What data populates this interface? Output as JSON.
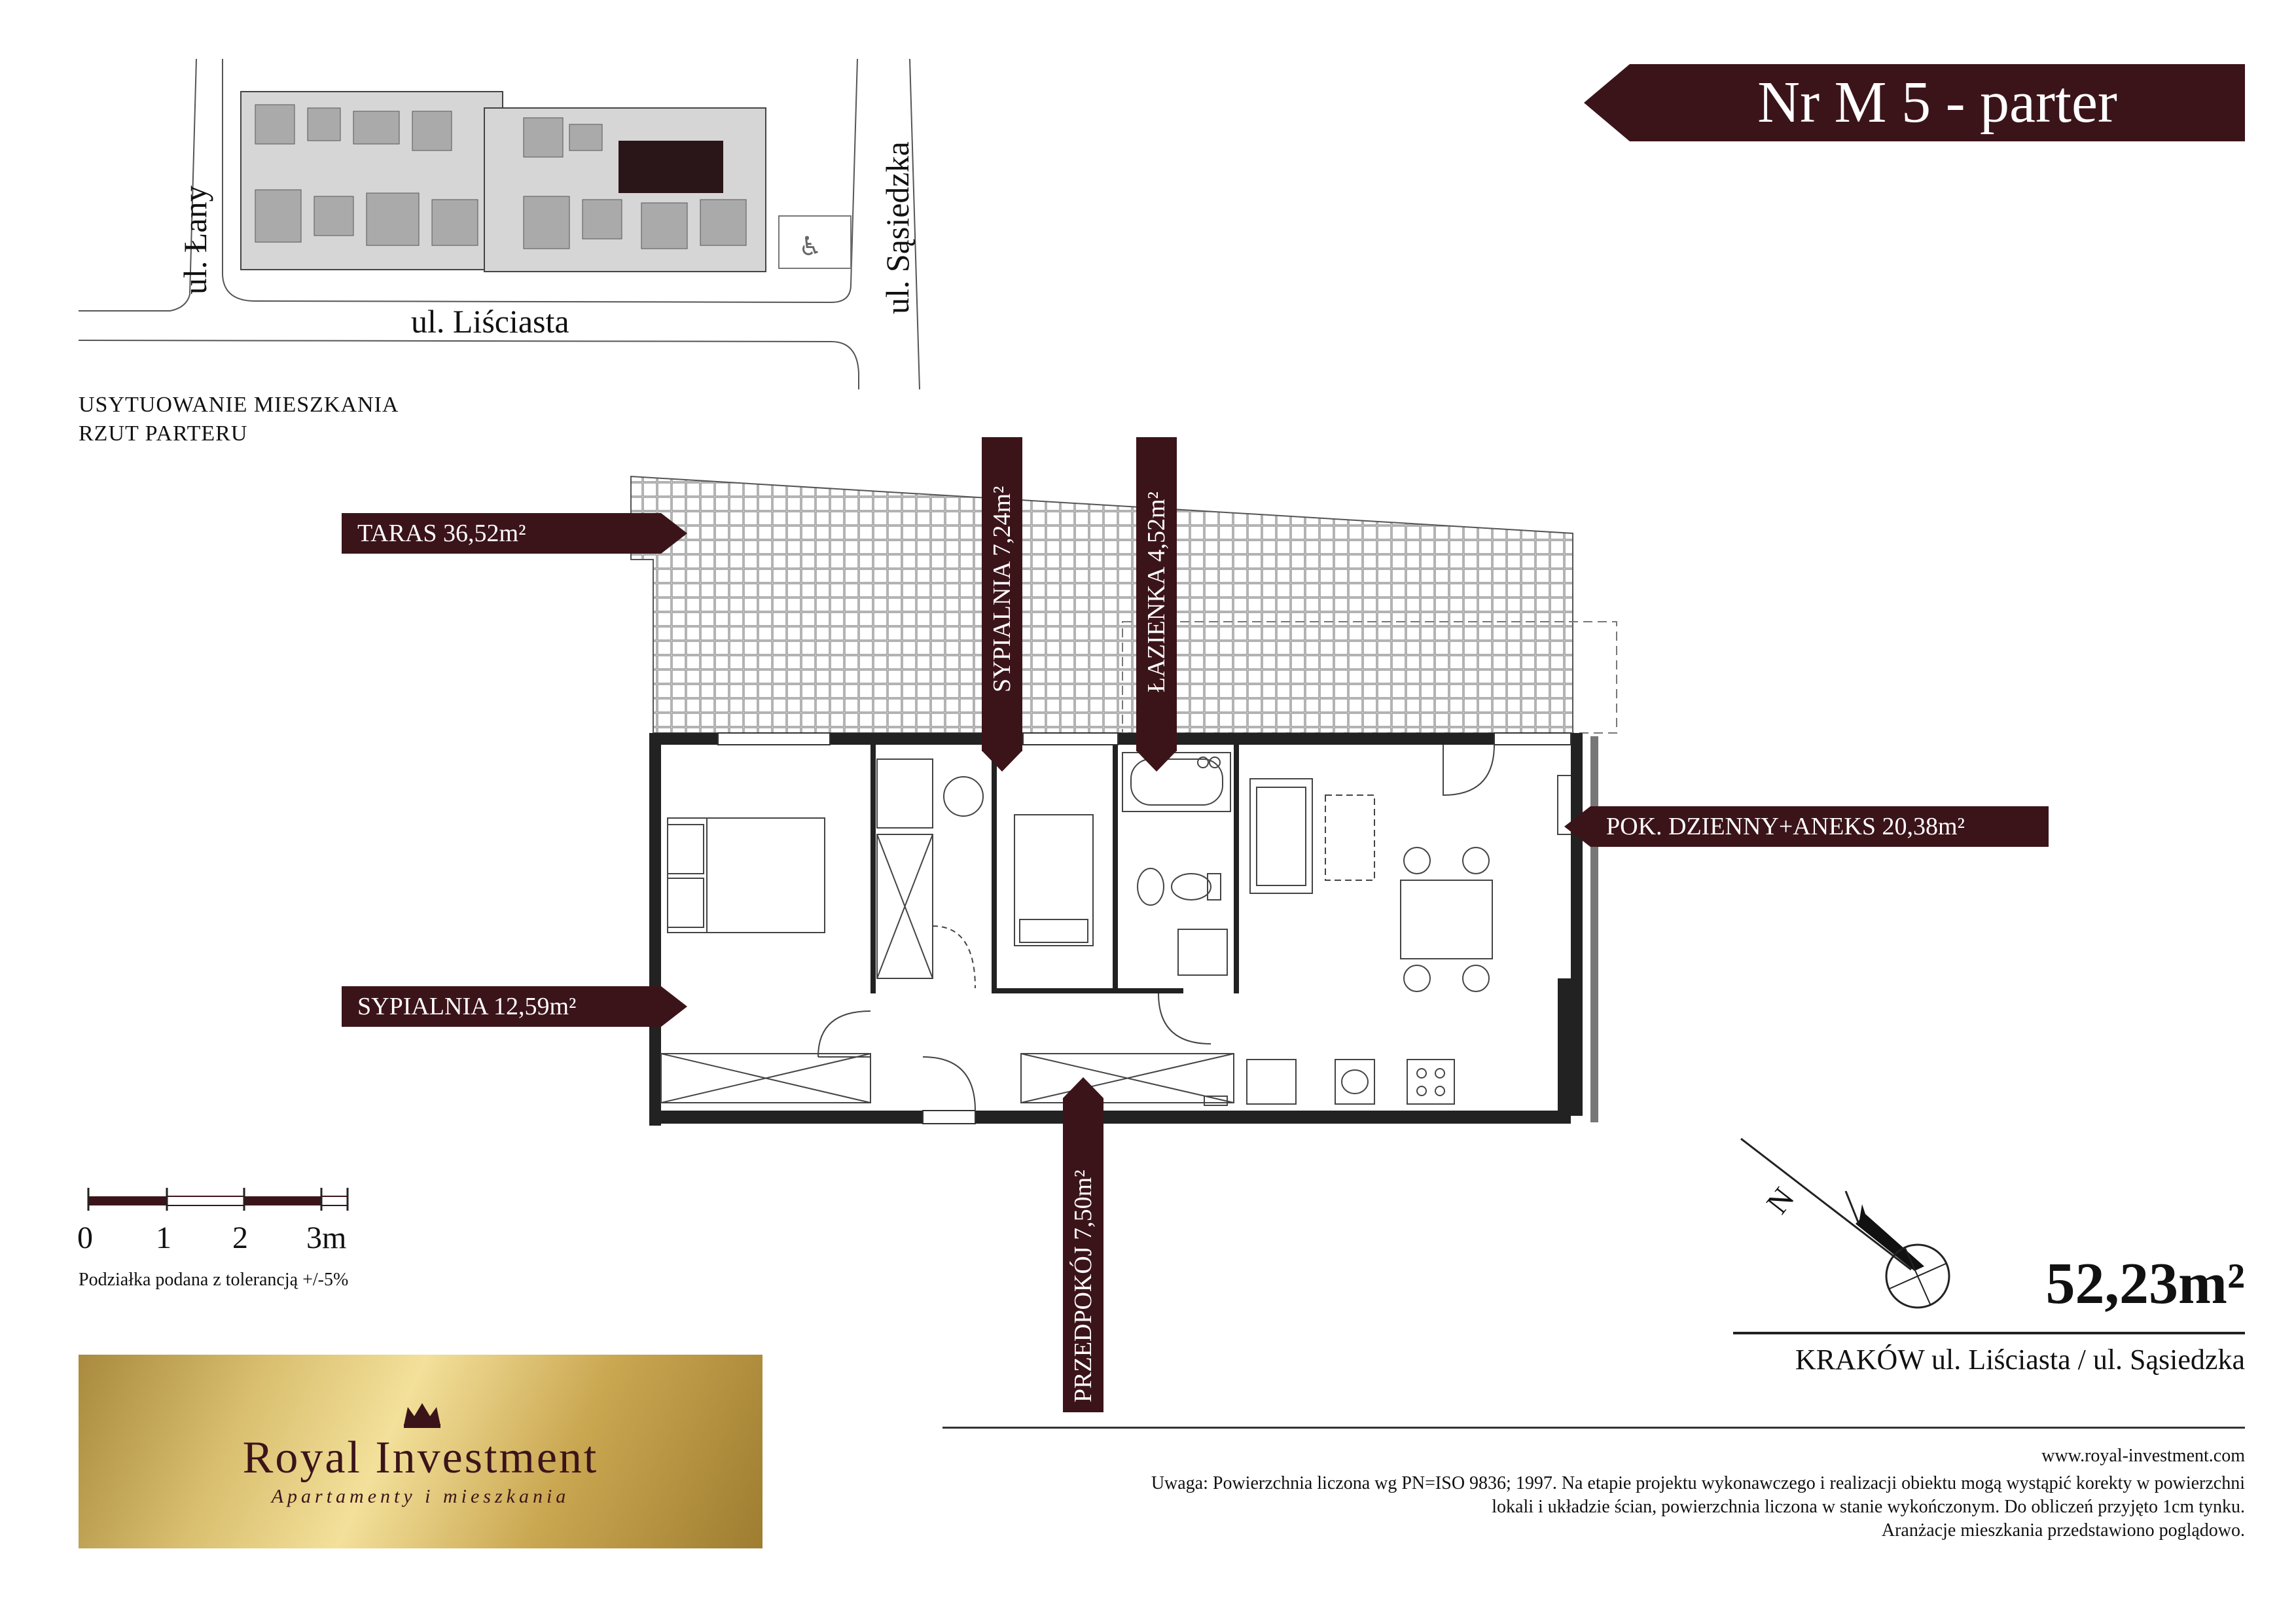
{
  "header": {
    "title": "Nr M 5 - parter"
  },
  "location_map": {
    "streets": [
      "ul. Łany",
      "ul. Liściasta",
      "ul. Sąsiedzka"
    ],
    "caption_line1": "USYTUOWANIE MIESZKANIA",
    "caption_line2": "RZUT PARTERU"
  },
  "rooms": {
    "taras": "TARAS 36,52m²",
    "sypialnia_small": "SYPIALNIA 7,24m²",
    "lazienka": "ŁAZIENKA 4,52m²",
    "pokoj_dzienny": "POK. DZIENNY+ANEKS 20,38m²",
    "sypialnia_large": "SYPIALNIA 12,59m²",
    "przedpokoj": "PRZEDPOKÓJ 7,50m²"
  },
  "scale": {
    "ticks": [
      "0",
      "1",
      "2",
      "3m"
    ],
    "note": "Podziałka podana z tolerancją +/-5%"
  },
  "compass": {
    "north_label": "N"
  },
  "summary": {
    "area": "52,23m²",
    "address": "KRAKÓW ul. Liściasta / ul. Sąsiedzka"
  },
  "footer": {
    "website": "www.royal-investment.com",
    "note_line1": "Uwaga: Powierzchnia liczona wg PN=ISO 9836; 1997. Na etapie projektu wykonawczego i realizacji obiektu mogą wystąpić korekty w powierzchni",
    "note_line2": "lokali i układzie ścian, powierzchnia liczona w stanie wykończonym. Do obliczeń przyjęto 1cm tynku.",
    "note_line3": "Aranżacje mieszkania przedstawiono poglądowo."
  },
  "logo": {
    "name": "Royal Investment",
    "tagline": "Apartamenty i mieszkania"
  },
  "colors": {
    "accent": "#3b141a",
    "gold": "#d9bf6f"
  }
}
